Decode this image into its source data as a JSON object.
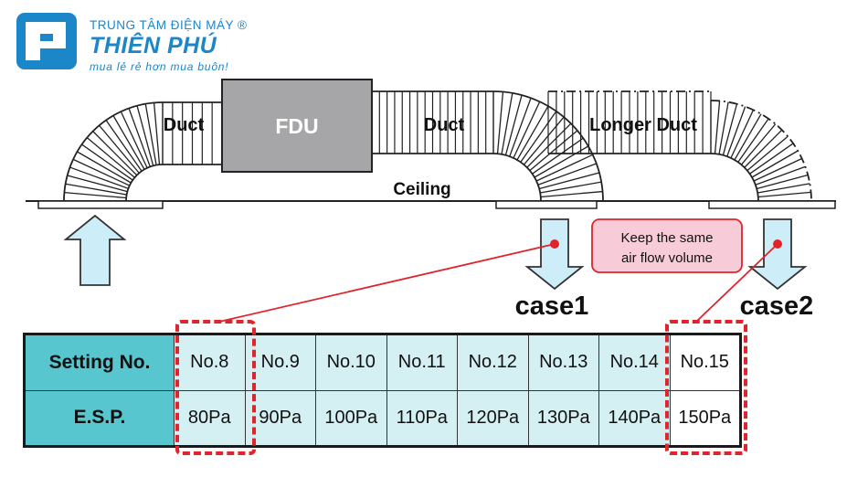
{
  "brand": {
    "top_line": "TRUNG TÂM ĐIỆN MÁY ®",
    "name": "THIÊN PHÚ",
    "slogan": "mua lẻ rẻ hơn mua buôn!",
    "color": "#1b86c8"
  },
  "diagram": {
    "labels": {
      "duct_left": "Duct",
      "fdu": "FDU",
      "duct_right": "Duct",
      "longer_duct": "Longer Duct",
      "ceiling": "Ceiling"
    },
    "note": {
      "line1": "Keep the same",
      "line2": "air flow volume"
    },
    "cases": {
      "case1": "case1",
      "case2": "case2"
    },
    "colors": {
      "arrow_fill": "#cdeef8",
      "note_fill": "#f7ccd8",
      "highlight": "#e0242b",
      "fdu_fill": "#a6a6a8"
    }
  },
  "table": {
    "headers": [
      "Setting No.",
      "E.S.P."
    ],
    "setting": [
      "No.8",
      "No.9",
      "No.10",
      "No.11",
      "No.12",
      "No.13",
      "No.14",
      "No.15"
    ],
    "esp": [
      "80Pa",
      "90Pa",
      "100Pa",
      "110Pa",
      "120Pa",
      "130Pa",
      "140Pa",
      "150Pa"
    ],
    "header_color": "#58c6cf",
    "cell_color": "#d5f0f2"
  }
}
